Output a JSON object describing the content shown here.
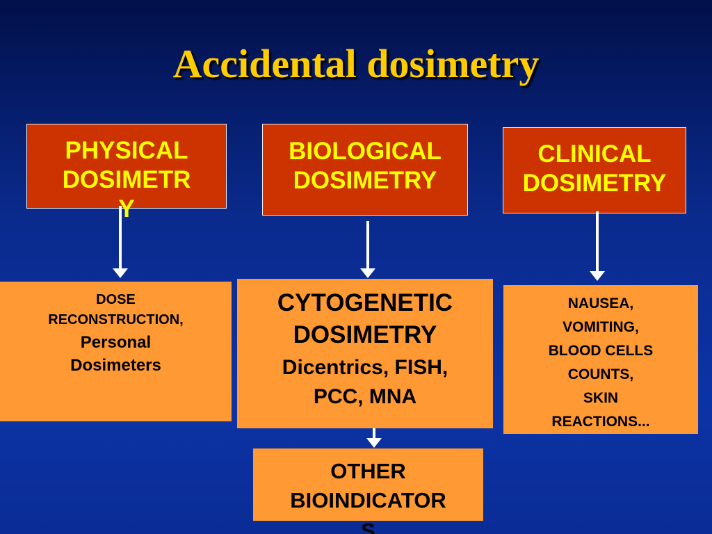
{
  "title": "Accidental dosimetry",
  "headers": {
    "physical": {
      "line1": "PHYSICAL",
      "line2": "DOSIMETR",
      "line3": "Y"
    },
    "biological": {
      "line1": "BIOLOGICAL",
      "line2": "DOSIMETRY"
    },
    "clinical": {
      "line1": "CLINICAL",
      "line2": "DOSIMETRY"
    }
  },
  "details": {
    "physical": {
      "line1": "DOSE",
      "line2": "RECONSTRUCTION,",
      "line3": "Personal",
      "line4": "Dosimeters"
    },
    "biological": {
      "line1": "CYTOGENETIC",
      "line2": "DOSIMETRY",
      "line3": "Dicentrics, FISH,",
      "line4": "PCC, MNA"
    },
    "clinical": {
      "line1": "NAUSEA,",
      "line2": "VOMITING,",
      "line3": "BLOOD CELLS",
      "line4": "COUNTS,",
      "line5": "SKIN",
      "line6": "REACTIONS..."
    },
    "other": {
      "line1": "OTHER",
      "line2": "BIOINDICATOR",
      "line3": "S"
    }
  },
  "colors": {
    "header_fill": "#cc3300",
    "header_text": "#ffff00",
    "detail_fill": "#ff9933",
    "title_text": "#ffcc00"
  }
}
